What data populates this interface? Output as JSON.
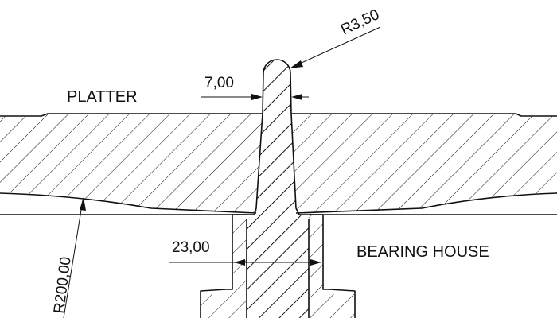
{
  "labels": {
    "platter": "PLATTER",
    "bearing_house": "BEARING HOUSE"
  },
  "dimensions": {
    "radius_tip": "R3,50",
    "shaft_width": "7,00",
    "bearing_width": "23,00",
    "radius_underside": "R200,00"
  },
  "colors": {
    "line": "#111111",
    "background": "#ffffff"
  }
}
